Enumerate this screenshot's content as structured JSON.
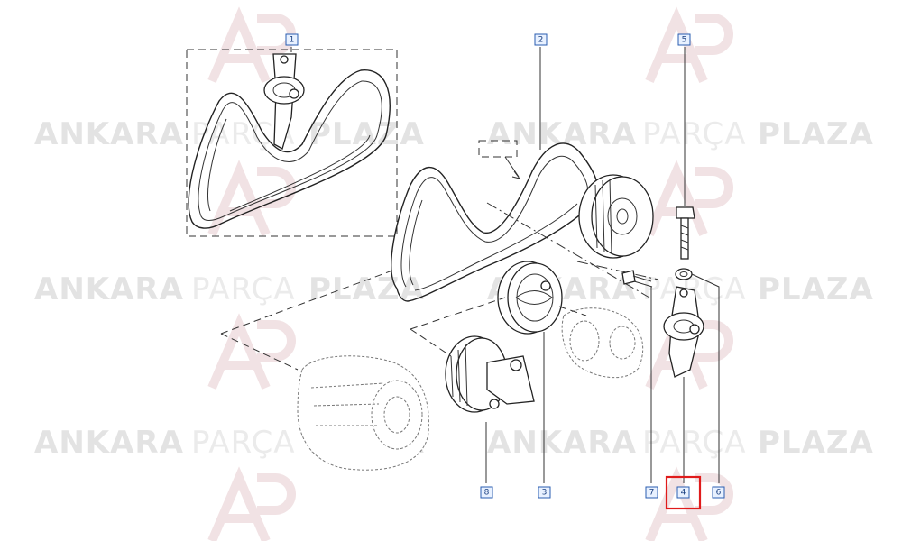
{
  "watermark": {
    "word1": "ANKARA",
    "word2": "PARÇA",
    "word3": "PLAZA"
  },
  "callouts": [
    {
      "id": "c1",
      "label": "1"
    },
    {
      "id": "c2",
      "label": "2"
    },
    {
      "id": "c3",
      "label": "3"
    },
    {
      "id": "c4",
      "label": "4"
    },
    {
      "id": "c5",
      "label": "5"
    },
    {
      "id": "c6",
      "label": "6"
    },
    {
      "id": "c7",
      "label": "7"
    },
    {
      "id": "c8",
      "label": "8"
    }
  ],
  "highlighted_callout": "4",
  "colors": {
    "callout_fill": "#e8f1ff",
    "callout_border": "#2a5db0",
    "highlight": "#e01b1b",
    "watermark": "#e3e3e3"
  }
}
